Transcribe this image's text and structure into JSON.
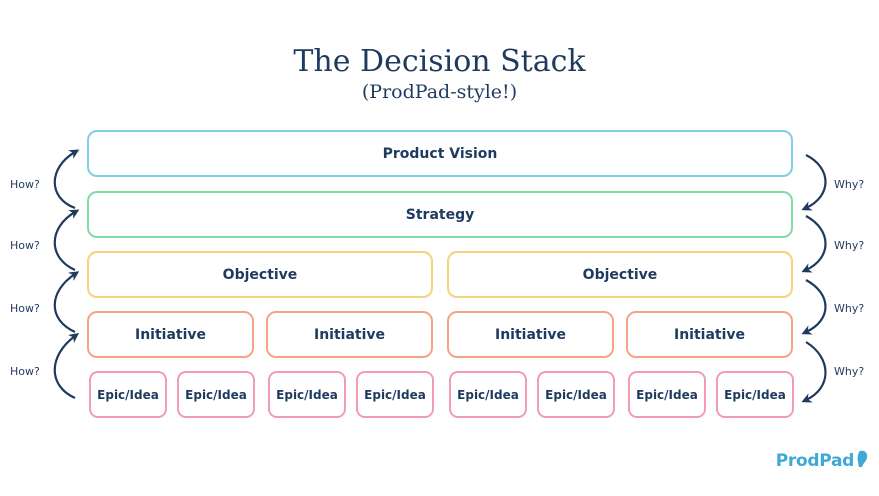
{
  "title": "The Decision Stack",
  "subtitle": "(ProdPad-style!)",
  "levels": {
    "vision": "Product Vision",
    "strategy": "Strategy",
    "objectives": [
      "Objective",
      "Objective"
    ],
    "initiatives": [
      "Initiative",
      "Initiative",
      "Initiative",
      "Initiative"
    ],
    "epics": [
      "Epic/Idea",
      "Epic/Idea",
      "Epic/Idea",
      "Epic/Idea",
      "Epic/Idea",
      "Epic/Idea",
      "Epic/Idea",
      "Epic/Idea"
    ]
  },
  "left_labels": [
    "How?",
    "How?",
    "How?",
    "How?"
  ],
  "right_labels": [
    "Why?",
    "Why?",
    "Why?",
    "Why?"
  ],
  "brand": {
    "name": "ProdPad",
    "color": "#3fa9d6"
  },
  "colors": {
    "vision_border": "#7fd0e3",
    "strategy_border": "#7fdca2",
    "objective_border": "#f5d27c",
    "initiative_border": "#f5a383",
    "epic_border": "#f29bb6",
    "arrow": "#1f3a5f"
  }
}
